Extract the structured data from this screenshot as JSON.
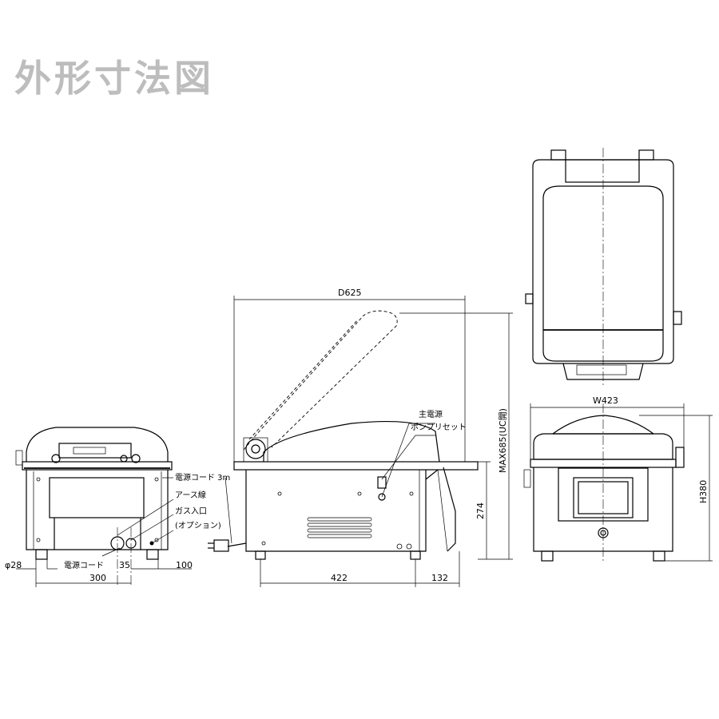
{
  "title": "外形寸法図",
  "dimensions": {
    "depth": "D625",
    "max_height": "MAX685(UC開)",
    "height_274": "274",
    "width": "W423",
    "height": "H380",
    "left_422": "422",
    "right_132": "132",
    "dia_28": "φ28",
    "bottom_300": "300",
    "bottom_35": "35",
    "bottom_100": "100"
  },
  "labels": {
    "power_cord_3m": "電源コード 3m",
    "earth_wire": "アース線",
    "gas_inlet": "ガス入口",
    "gas_inlet_option": "(オプション)",
    "power_cord": "電源コード",
    "main_power": "主電源",
    "pump_reset": "ポンプリセット"
  },
  "colors": {
    "title": "#bdbdbd",
    "line": "#000000"
  }
}
